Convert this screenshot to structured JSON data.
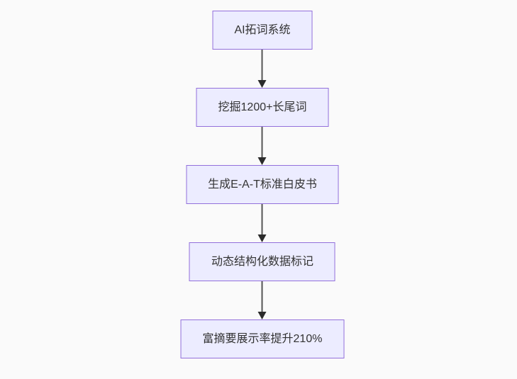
{
  "diagram": {
    "type": "flowchart",
    "direction": "top-down",
    "nodes": [
      {
        "id": "A",
        "label": "AI拓词系统"
      },
      {
        "id": "B",
        "label": "挖掘1200+长尾词"
      },
      {
        "id": "C",
        "label": "生成E-A-T标准白皮书"
      },
      {
        "id": "D",
        "label": "动态结构化数据标记"
      },
      {
        "id": "E",
        "label": "富摘要展示率提升210%"
      }
    ],
    "edges": [
      {
        "from": "A",
        "to": "B"
      },
      {
        "from": "B",
        "to": "C"
      },
      {
        "from": "C",
        "to": "D"
      },
      {
        "from": "D",
        "to": "E"
      }
    ],
    "colors": {
      "background": "#fafafa",
      "node_fill": "#ECECFF",
      "node_border": "#9370DB",
      "node_text": "#333333",
      "edge_line": "#555555",
      "edge_arrowhead": "#2b2b2b"
    }
  }
}
